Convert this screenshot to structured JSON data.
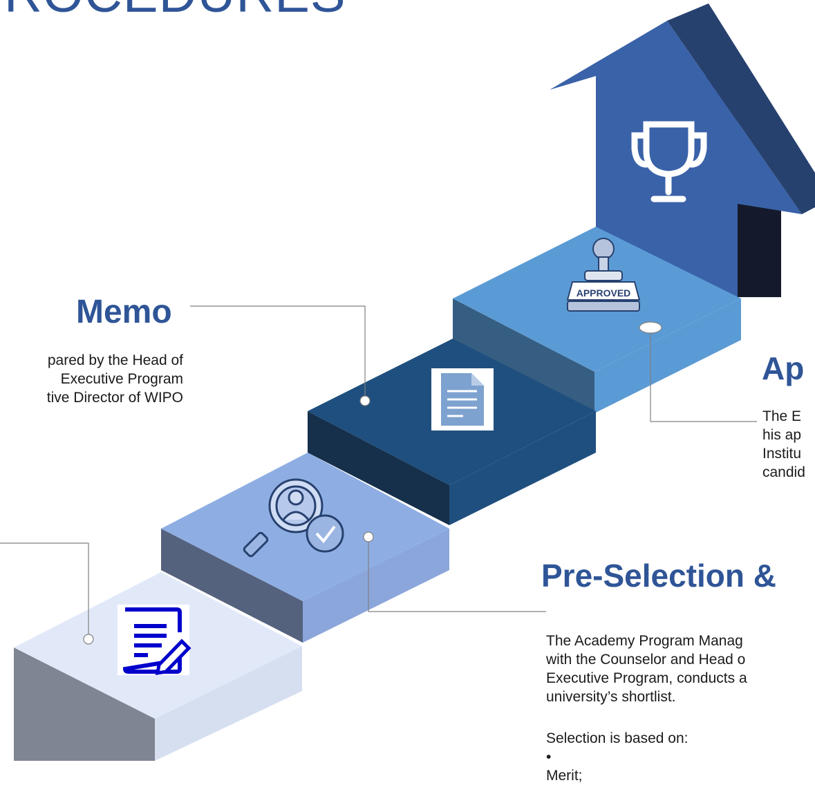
{
  "header": {
    "title": "ROCEDURES"
  },
  "steps": {
    "memo": {
      "title": "Memo",
      "lines": [
        "pared by the Head of",
        "Executive Program",
        "tive Director of WIPO"
      ]
    },
    "approval": {
      "title": "Ap",
      "lines": [
        "The E",
        "his ap",
        "Institu",
        "candid"
      ],
      "stamp_text": "APPROVED"
    },
    "preselection": {
      "title": "Pre-Selection &",
      "lines": [
        "The Academy Program Manag",
        "with the Counselor and Head o",
        "Executive Program, conducts a",
        "university’s shortlist."
      ],
      "selection_intro": "Selection is based on:",
      "criteria": [
        "Merit;"
      ]
    }
  },
  "colors": {
    "step1": "#dde6f7",
    "step2": "#8eaee3",
    "step3": "#1f4f7e",
    "step4": "#5b9bd5",
    "arrow": "#3a62a8",
    "arrow_dark": "#27416f",
    "accent": "#2f5597"
  },
  "icons": [
    "form-edit-icon",
    "search-user-check-icon",
    "document-icon",
    "approved-stamp-icon",
    "trophy-icon"
  ]
}
